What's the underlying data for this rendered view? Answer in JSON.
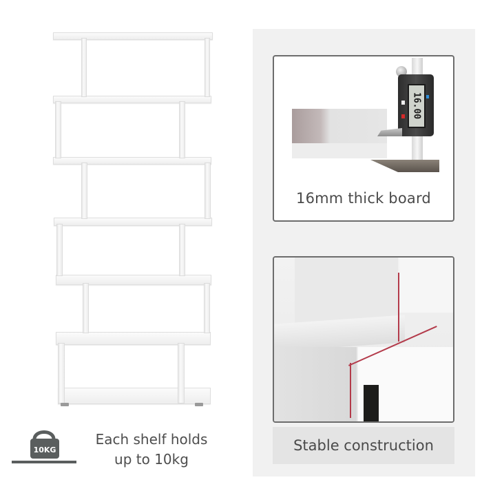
{
  "product": {
    "image_alt": "white S-shaped 6-tier bookshelf"
  },
  "features": {
    "thickness": {
      "caption": "16mm thick board",
      "caliper_reading": "16.00",
      "icon": "caliper-icon"
    },
    "construction": {
      "caption": "Stable construction",
      "icon": "shelf-joint-photo"
    },
    "load": {
      "weight_badge": "10KG",
      "line1": "Each shelf holds",
      "line2": "up to 10kg",
      "icon": "weight-icon"
    }
  },
  "colors": {
    "panel_bg": "#f1f1f1",
    "card_border": "#6c6c6c",
    "caption_band": "#e4e4e4",
    "text": "#4a4a4a",
    "weight_icon": "#5a5e5e",
    "highlight_line": "#b33a4a"
  }
}
